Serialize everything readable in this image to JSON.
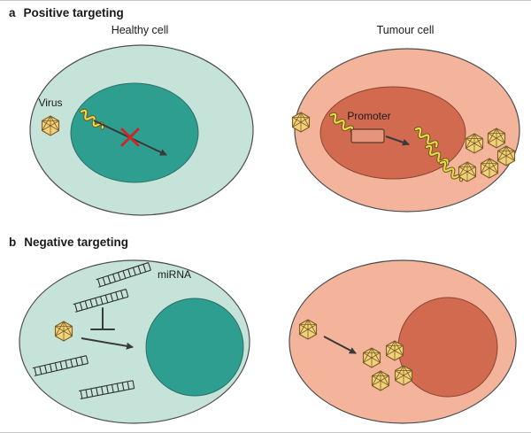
{
  "figure": {
    "panel_a": {
      "label": "a",
      "title": "Positive targeting",
      "healthy_cell_label": "Healthy cell",
      "tumour_cell_label": "Tumour cell",
      "virus_label": "Virus",
      "promoter_label": "Promoter"
    },
    "panel_b": {
      "label": "b",
      "title": "Negative targeting",
      "mirna_label": "miRNA"
    },
    "icons": {
      "virus": "hexagon-capsid-icon",
      "mirna": "ladder-duplex-icon",
      "inhibition": "t-bar-icon",
      "blocked": "red-cross-icon",
      "rna": "yellow-squiggle-icon"
    },
    "colors": {
      "healthy_cell": "#c6e3da",
      "healthy_nucleus": "#2e9e91",
      "tumour_cell": "#f3b49b",
      "tumour_nucleus": "#d26a50",
      "virus_fill": "#f1d27b",
      "virus_stroke": "#7c5d26",
      "rna": "#ecd84f",
      "arrow": "#3a3a3a",
      "cross": "#cd2727",
      "promoter_box": "#e6957a"
    }
  }
}
